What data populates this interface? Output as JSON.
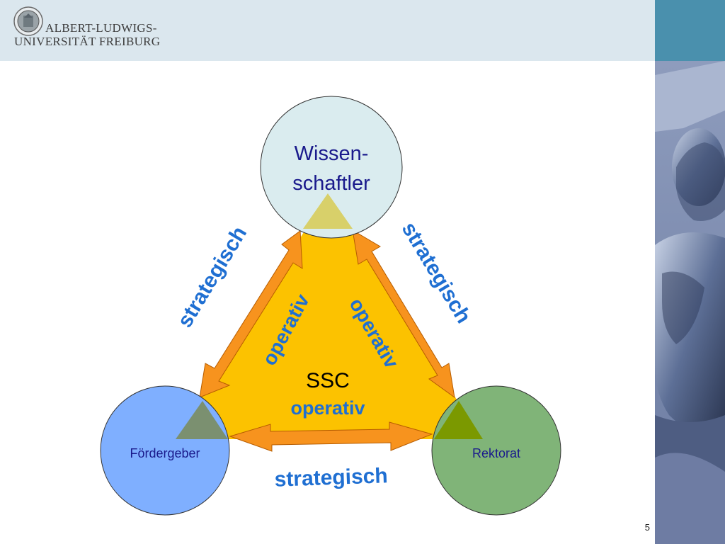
{
  "header": {
    "university_line1": "ALBERT-LUDWIGS-",
    "university_line2": "UNIVERSITÄT FREIBURG"
  },
  "diagram": {
    "nodes": {
      "top": {
        "line1": "Wissen-",
        "line2": "schaftler"
      },
      "left": {
        "label": "Fördergeber"
      },
      "right": {
        "label": "Rektorat"
      },
      "center": {
        "title": "SSC",
        "subtitle": "operativ"
      }
    },
    "arrow_labels": {
      "left_outer": "strategisch",
      "right_outer": "strategisch",
      "bottom": "strategisch",
      "left_inner": "operativ",
      "right_inner": "operativ"
    },
    "colors": {
      "triangle": "#fcc200",
      "arrow": "#f7931e",
      "top_circle": "#daecef",
      "left_circle": "#7fafff",
      "right_circle": "#80b478",
      "label_blue": "#1f6fd2",
      "node_text": "#1a1a8c"
    }
  },
  "footer": {
    "page_number": "5"
  }
}
